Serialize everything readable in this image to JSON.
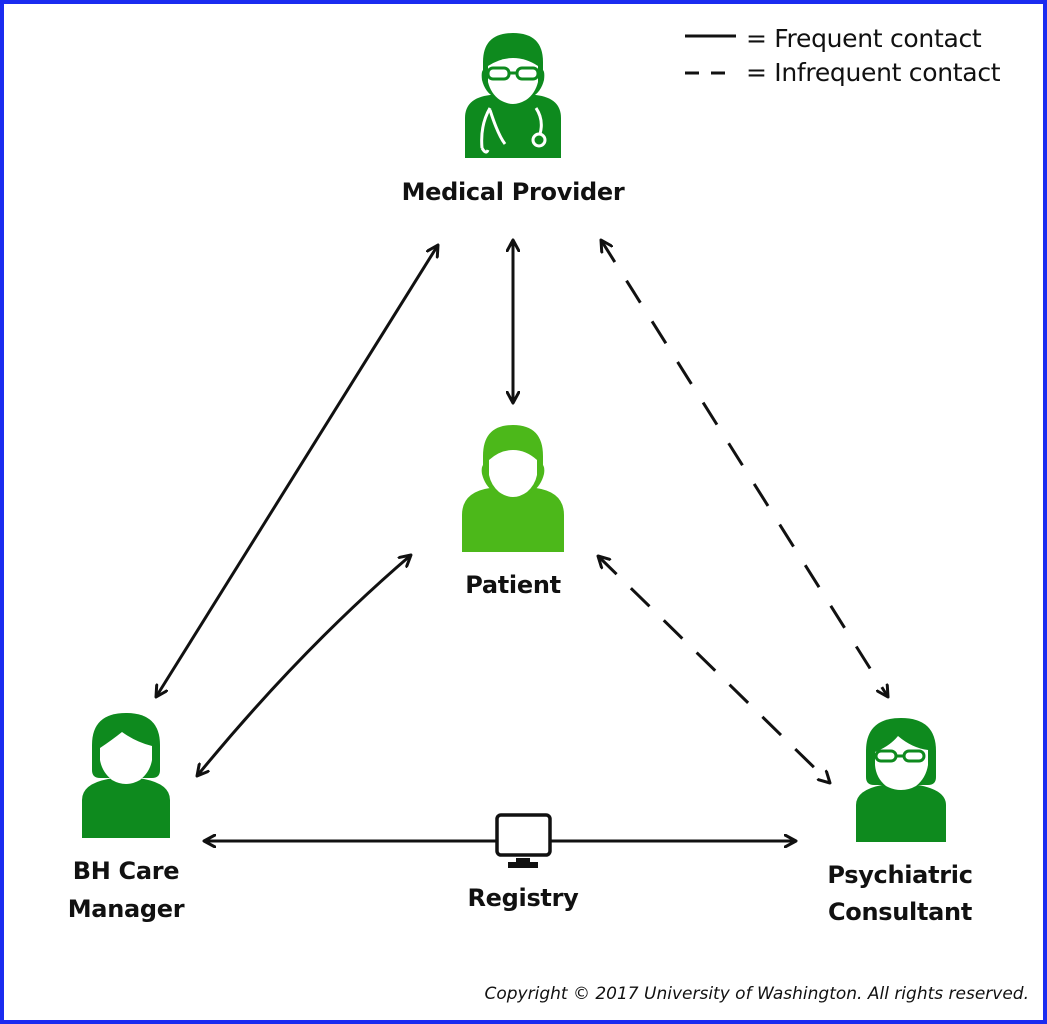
{
  "legend": {
    "frequent_label": "=  Frequent contact",
    "infrequent_label": "=  Infrequent contact"
  },
  "nodes": {
    "medical_provider": {
      "label": "Medical Provider",
      "icon": "doctor-with-stethoscope-icon",
      "color": "#0e8a1e"
    },
    "patient": {
      "label": "Patient",
      "icon": "person-icon",
      "color": "#4cb81a"
    },
    "bh_care_manager": {
      "label_line1": "BH Care",
      "label_line2": "Manager",
      "icon": "woman-icon",
      "color": "#0e8a1e"
    },
    "psychiatric_consultant": {
      "label_line1": "Psychiatric",
      "label_line2": "Consultant",
      "icon": "woman-with-glasses-icon",
      "color": "#0e8a1e"
    },
    "registry": {
      "label": "Registry",
      "icon": "computer-monitor-icon"
    }
  },
  "connections": [
    {
      "from": "Medical Provider",
      "to": "BH Care Manager",
      "type": "frequent"
    },
    {
      "from": "Medical Provider",
      "to": "Patient",
      "type": "frequent"
    },
    {
      "from": "Medical Provider",
      "to": "Psychiatric Consultant",
      "type": "infrequent"
    },
    {
      "from": "Patient",
      "to": "BH Care Manager",
      "type": "frequent"
    },
    {
      "from": "Patient",
      "to": "Psychiatric Consultant",
      "type": "infrequent"
    },
    {
      "from": "BH Care Manager",
      "to": "Psychiatric Consultant",
      "type": "frequent",
      "via": "Registry"
    }
  ],
  "copyright": "Copyright © 2017 University of Washington. All rights reserved.",
  "colors": {
    "border": "#1a2cf0",
    "dark_green": "#0e8a1e",
    "light_green": "#4cb81a",
    "line": "#111111"
  }
}
